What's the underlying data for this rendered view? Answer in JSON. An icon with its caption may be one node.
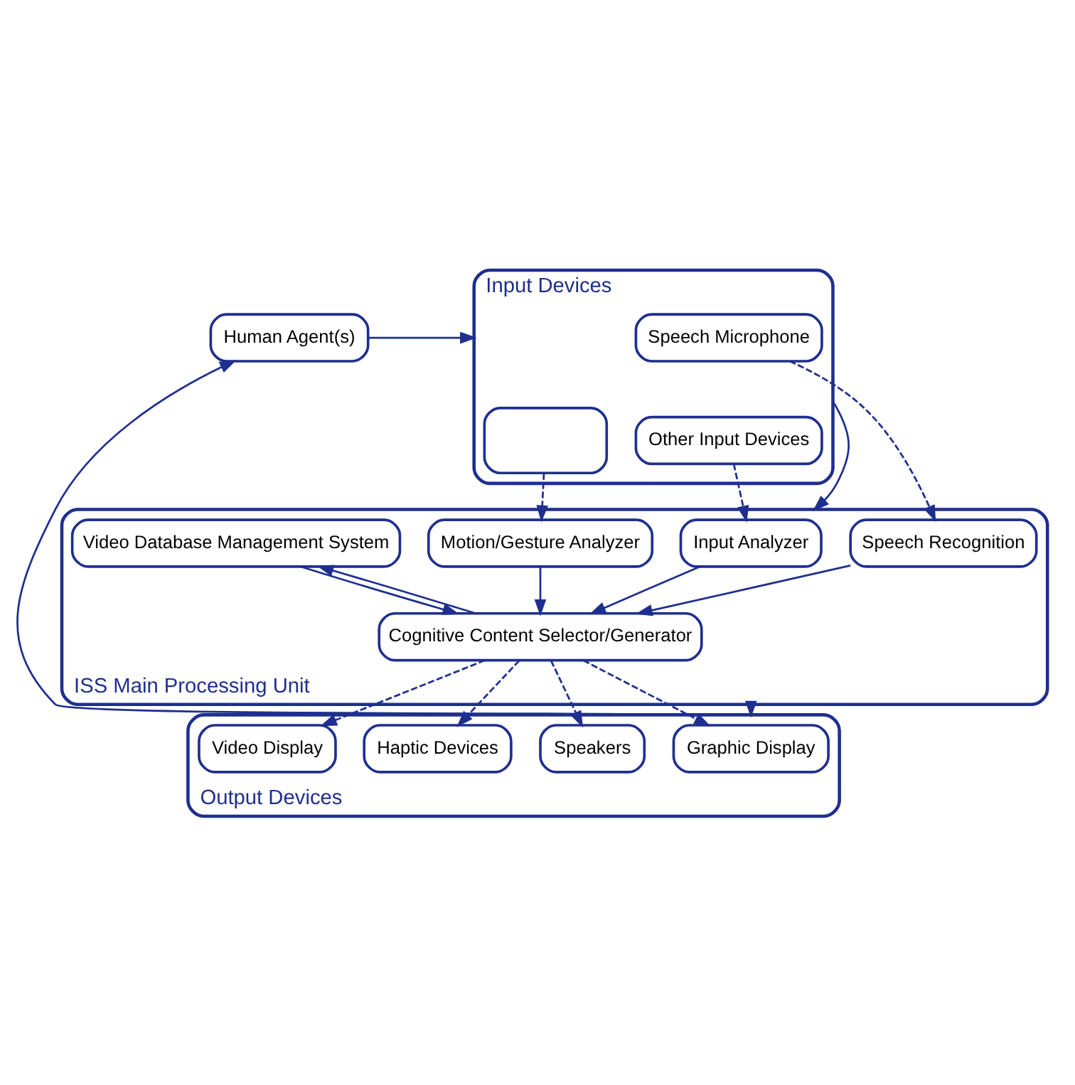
{
  "diagram": {
    "nodes": [
      {
        "text": [
          "Input Devices"
        ]
      },
      {
        "text": [],
        "shape": "box",
        "in": 0
      },
      {
        "text": [
          "Speech Microphone"
        ],
        "in": 0
      },
      {
        "text": [
          "Other Input Devices"
        ],
        "in": 0
      },
      {
        "text": [
          "ISS Main Processing Unit"
        ]
      },
      {
        "text": [
          "Motion/Gesture Analyzer"
        ],
        "in": 4
      },
      {
        "text": [
          "Speech Recognition"
        ],
        "in": 4
      },
      {
        "text": [
          "Input Analyzer"
        ],
        "in": 4
      },
      {
        "text": [
          "Video Database Management System"
        ],
        "in": 4
      },
      {
        "text": [
          "Cognitive Content Selector/Generator"
        ],
        "in": 4
      },
      {
        "text": [
          "Output Devices"
        ]
      },
      {
        "text": [
          "Video Display"
        ],
        "in": 10
      },
      {
        "text": [
          "Speakers"
        ],
        "in": 10
      },
      {
        "text": [
          "Graphic Display"
        ],
        "in": 10
      },
      {
        "text": [
          "Haptic Devices"
        ],
        "in": 10
      },
      {
        "text": [
          "Human Agent(s)"
        ]
      }
    ],
    "edges": [
      {
        "from": 1,
        "to": 5,
        "arrow": "to",
        "style": "dashed"
      },
      {
        "from": 2,
        "to": 6,
        "arrow": "to",
        "style": "dashed"
      },
      {
        "from": 3,
        "to": 7,
        "arrow": "to",
        "style": "dashed"
      },
      {
        "from": 0,
        "to": 4,
        "arrow": "to"
      },
      {
        "from": 5,
        "to": 9,
        "arrow": "to"
      },
      {
        "from": 6,
        "to": 9,
        "arrow": "to"
      },
      {
        "from": 7,
        "to": 9,
        "arrow": "to"
      },
      {
        "from": 8,
        "to": 9,
        "arrow": "to"
      },
      {
        "from": 9,
        "to": 8,
        "arrow": "to"
      },
      {
        "from": 4,
        "to": 10,
        "arrow": "to"
      },
      {
        "from": 9,
        "to": 11,
        "arrow": "to",
        "style": "dashed"
      },
      {
        "from": 9,
        "to": 12,
        "arrow": "to",
        "style": "dashed"
      },
      {
        "from": 9,
        "to": 13,
        "arrow": "to",
        "style": "dashed"
      },
      {
        "from": 9,
        "to": 14,
        "arrow": "to",
        "style": "dashed"
      },
      {
        "from": 10,
        "to": 15,
        "arrow": "to"
      },
      {
        "from": 15,
        "to": 0,
        "arrow": "to"
      }
    ]
  }
}
